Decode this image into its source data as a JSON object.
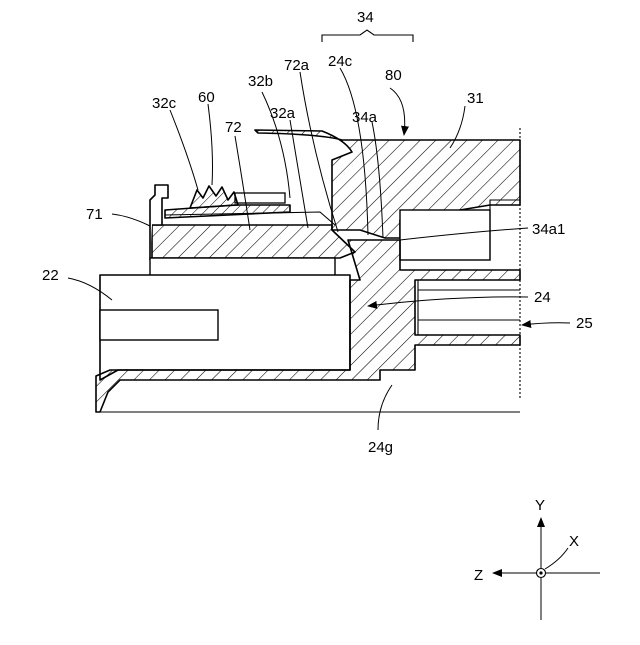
{
  "labels": {
    "l34": "34",
    "l80": "80",
    "l24c": "24c",
    "l72a": "72a",
    "l32b": "32b",
    "l32c": "32c",
    "l60": "60",
    "l32a": "32a",
    "l34a": "34a",
    "l31": "31",
    "l72": "72",
    "l71": "71",
    "l34a1": "34a1",
    "l22": "22",
    "l24": "24",
    "l25": "25",
    "l24g": "24g"
  },
  "axes": {
    "y": "Y",
    "x": "X",
    "z": "Z"
  },
  "icons": {
    "out_of_page": "circle-dot-icon",
    "arrow": "arrowhead-icon"
  }
}
